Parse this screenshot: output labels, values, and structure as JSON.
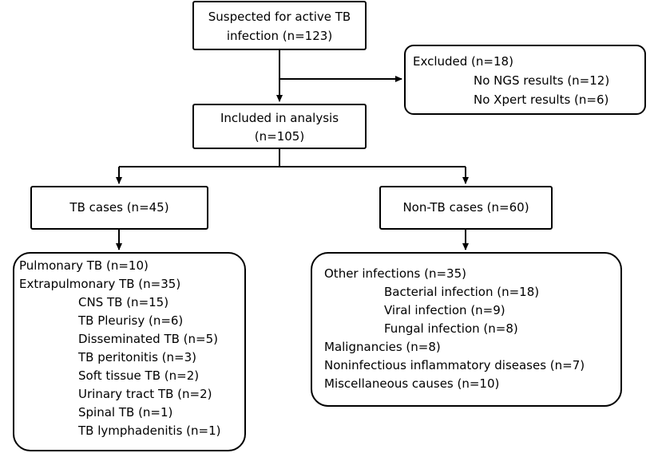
{
  "suspected": {
    "line1": "Suspected for active TB",
    "line2": "infection (n=123)"
  },
  "excluded": {
    "title": "Excluded (n=18)",
    "items": [
      "No NGS results (n=12)",
      "No Xpert results (n=6)"
    ]
  },
  "included": {
    "line1": "Included in analysis",
    "line2": "(n=105)"
  },
  "tb_cases": {
    "label": "TB cases (n=45)"
  },
  "non_tb_cases": {
    "label": "Non-TB cases (n=60)"
  },
  "tb_details": {
    "pulmonary": "Pulmonary TB (n=10)",
    "extrapulmonary": "Extrapulmonary TB (n=35)",
    "sub": [
      "CNS TB (n=15)",
      "TB Pleurisy (n=6)",
      "Disseminated TB (n=5)",
      "TB peritonitis (n=3)",
      "Soft tissue TB (n=2)",
      "Urinary tract TB (n=2)",
      "Spinal TB (n=1)",
      "TB lymphadenitis (n=1)"
    ]
  },
  "non_tb_details": {
    "other_infections": "Other infections (n=35)",
    "sub": [
      "Bacterial infection (n=18)",
      "Viral infection (n=9)",
      "Fungal infection (n=8)"
    ],
    "malignancies": "Malignancies (n=8)",
    "noninfectious": "Noninfectious inflammatory diseases (n=7)",
    "misc": "Miscellaneous causes (n=10)"
  },
  "colors": {
    "stroke": "#000000",
    "background": "#ffffff"
  }
}
